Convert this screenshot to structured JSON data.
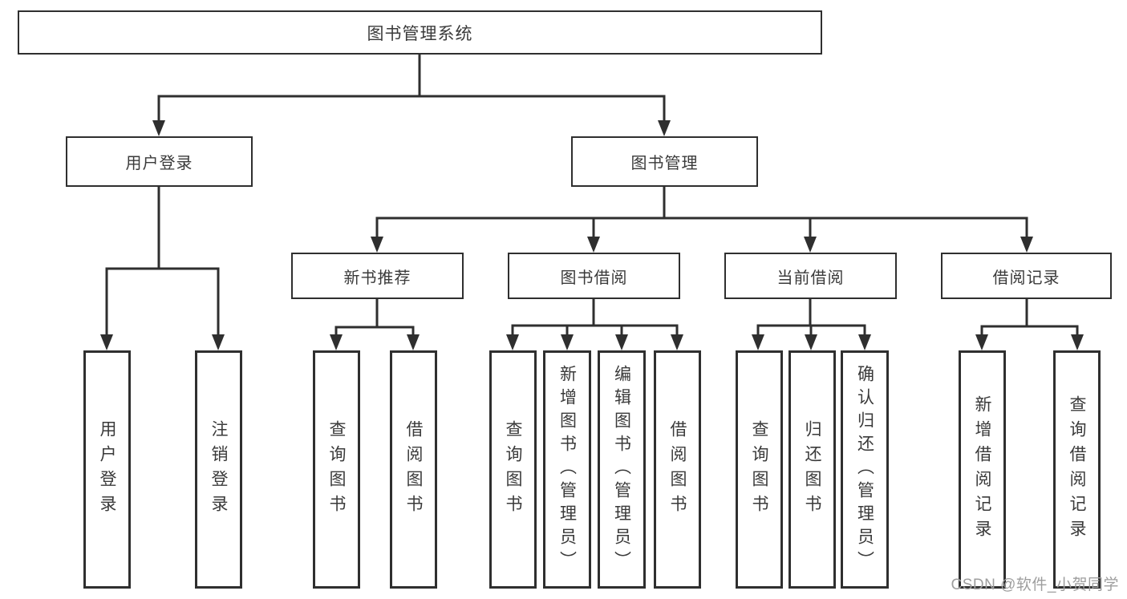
{
  "diagram": {
    "root": {
      "label": "图书管理系统"
    },
    "level2": [
      {
        "label": "用户登录"
      },
      {
        "label": "图书管理"
      }
    ],
    "level3": [
      {
        "label": "新书推荐"
      },
      {
        "label": "图书借阅"
      },
      {
        "label": "当前借阅"
      },
      {
        "label": "借阅记录"
      }
    ],
    "leaves": [
      {
        "label": "用户登录"
      },
      {
        "label": "注销登录"
      },
      {
        "label": "查询图书"
      },
      {
        "label": "借阅图书"
      },
      {
        "label": "查询图书"
      },
      {
        "label": "新增图书（管理员）"
      },
      {
        "label": "编辑图书（管理员）"
      },
      {
        "label": "借阅图书"
      },
      {
        "label": "查询图书"
      },
      {
        "label": "归还图书"
      },
      {
        "label": "确认归还（管理员）"
      },
      {
        "label": "新增借阅记录"
      },
      {
        "label": "查询借阅记录"
      }
    ],
    "colors": {
      "line": "#2f2f2f",
      "text": "#3a3a3a",
      "watermark": "#9e9e9e",
      "background": "#ffffff"
    }
  },
  "page": {
    "watermark": "CSDN @软件_小贺同学"
  }
}
